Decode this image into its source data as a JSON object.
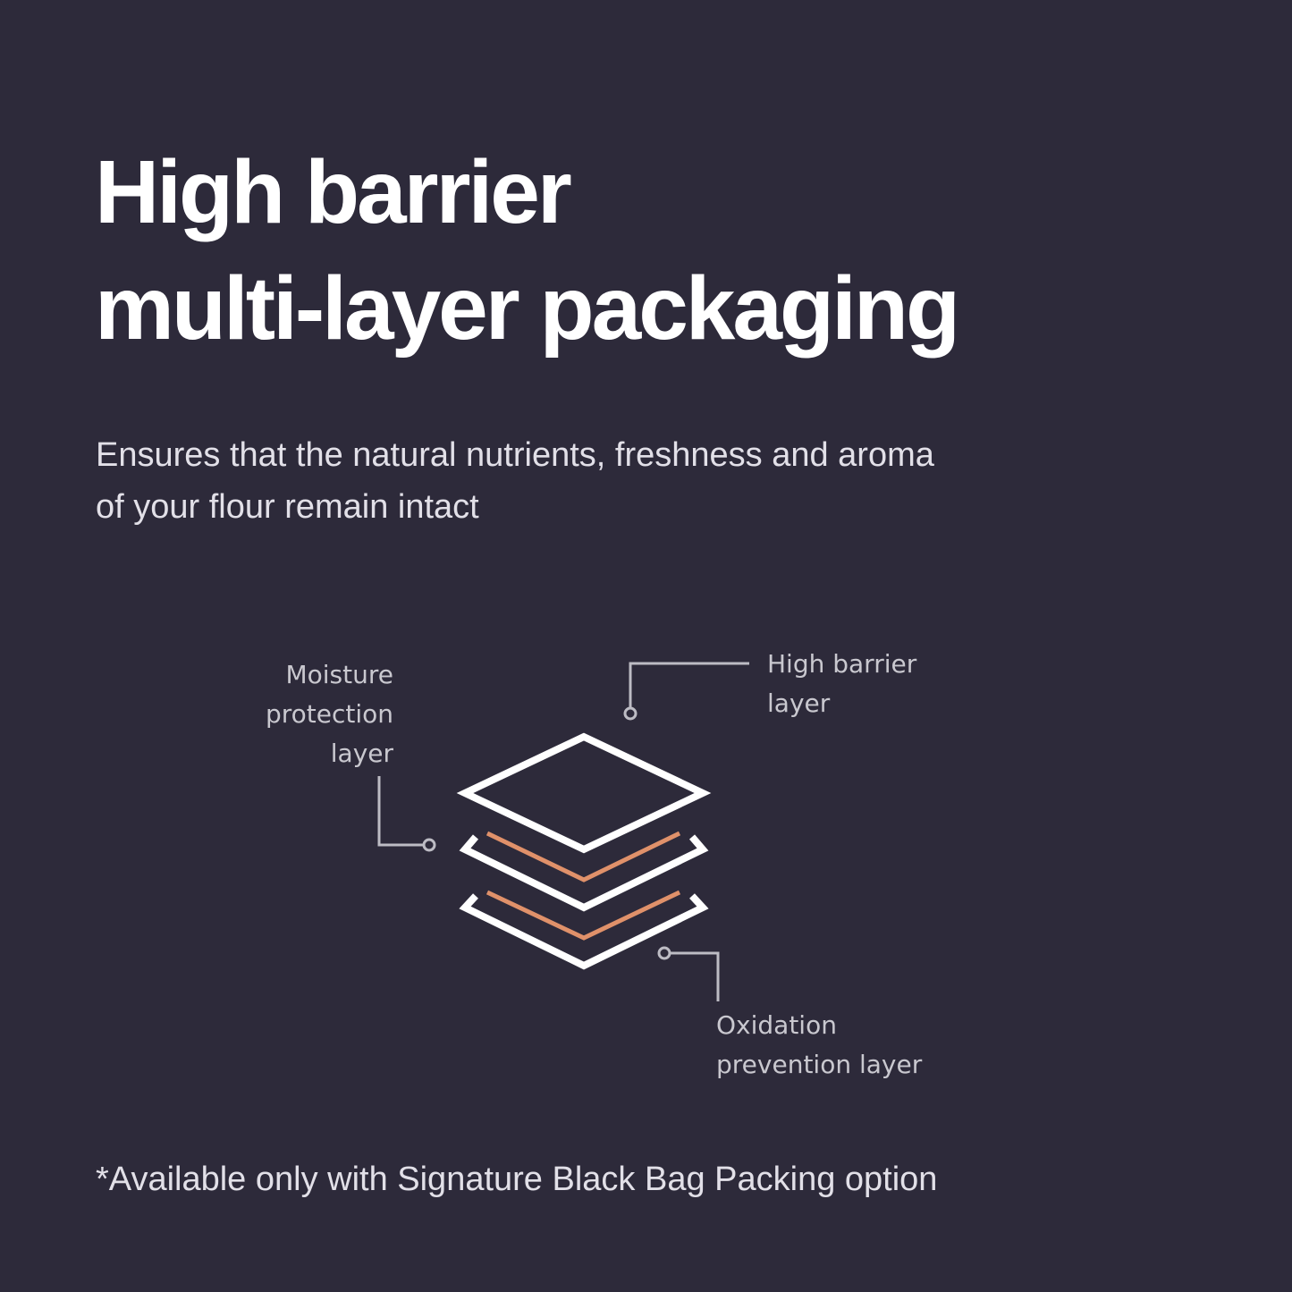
{
  "title": {
    "line1": "High barrier",
    "line2": "multi-layer packaging"
  },
  "subtitle": {
    "line1": "Ensures that the natural nutrients, freshness and aroma",
    "line2": "of your flour remain intact"
  },
  "diagram": {
    "moisture": [
      "Moisture",
      "protection",
      "layer"
    ],
    "barrier": [
      "High barrier",
      "layer"
    ],
    "oxidation": [
      "Oxidation",
      "prevention layer"
    ]
  },
  "colors": {
    "background": "#2d2a3a",
    "accent": "#e0916a"
  },
  "footnote": "*Available only with Signature Black Bag Packing option"
}
